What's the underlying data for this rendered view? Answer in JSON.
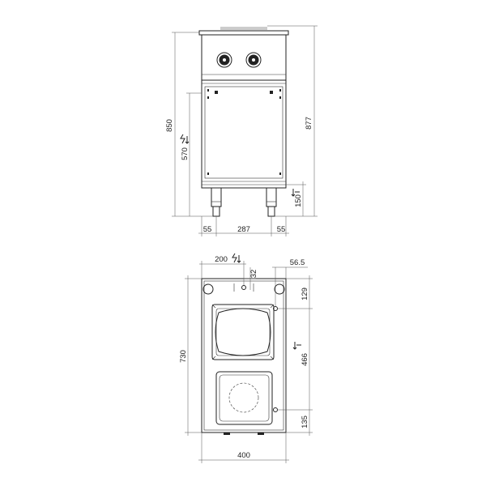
{
  "front_view": {
    "dimensions": {
      "total_height": "850",
      "working_height": "877",
      "connection_height": "570",
      "leg_height": "150",
      "left_margin": "55",
      "center_width": "287",
      "right_margin": "55"
    }
  },
  "top_view": {
    "dimensions": {
      "connection_x": "200",
      "connection_offset": "32",
      "right_offset": "56.5",
      "depth": "730",
      "front_offset": "129",
      "mid_spacing": "466",
      "rear_offset": "135",
      "width": "400"
    }
  },
  "icons": [
    "electrical-connection-icon",
    "equipotential-icon",
    "electrical-connection-icon"
  ]
}
